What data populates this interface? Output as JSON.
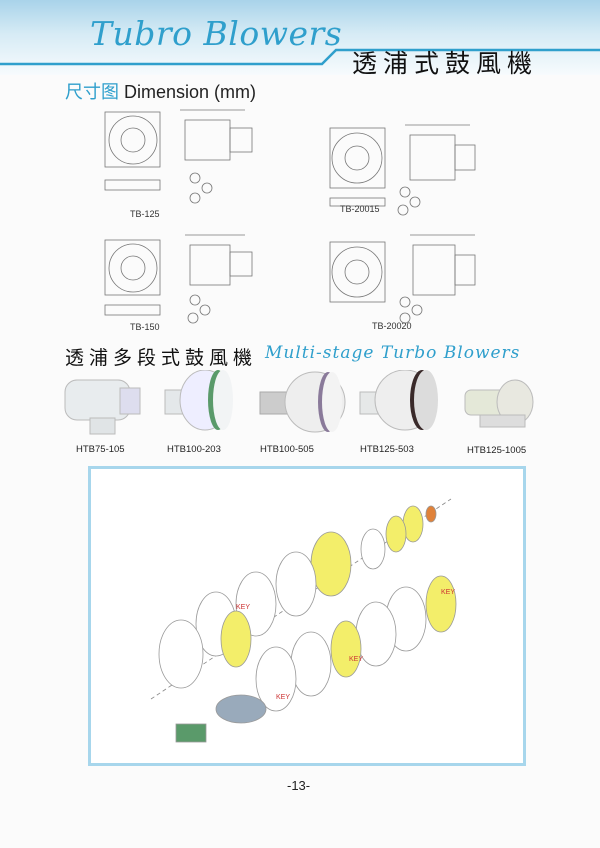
{
  "header": {
    "title_en": "Tubro Blowers",
    "title_zh": "透浦式鼓風機"
  },
  "dimension": {
    "title_zh": "尺寸图",
    "title_en": "Dimension (mm)",
    "drawings": [
      {
        "label": "TB-125"
      },
      {
        "label": "TB-20015"
      },
      {
        "label": "TB-150"
      },
      {
        "label": "TB-20020"
      }
    ]
  },
  "multistage": {
    "title_zh": "透浦多段式鼓風機",
    "title_en": "Multi-stage Turbo Blowers",
    "products": [
      {
        "label": "HTB75-105"
      },
      {
        "label": "HTB100-203"
      },
      {
        "label": "HTB100-505"
      },
      {
        "label": "HTB125-503"
      },
      {
        "label": "HTB125-1005"
      }
    ]
  },
  "exploded_diagram": {
    "key_label": "KEY"
  },
  "page_number": "-13-",
  "colors": {
    "accent": "#2f9fcc",
    "frame": "#a7d6ec",
    "part_yellow": "#f3ee6a"
  }
}
